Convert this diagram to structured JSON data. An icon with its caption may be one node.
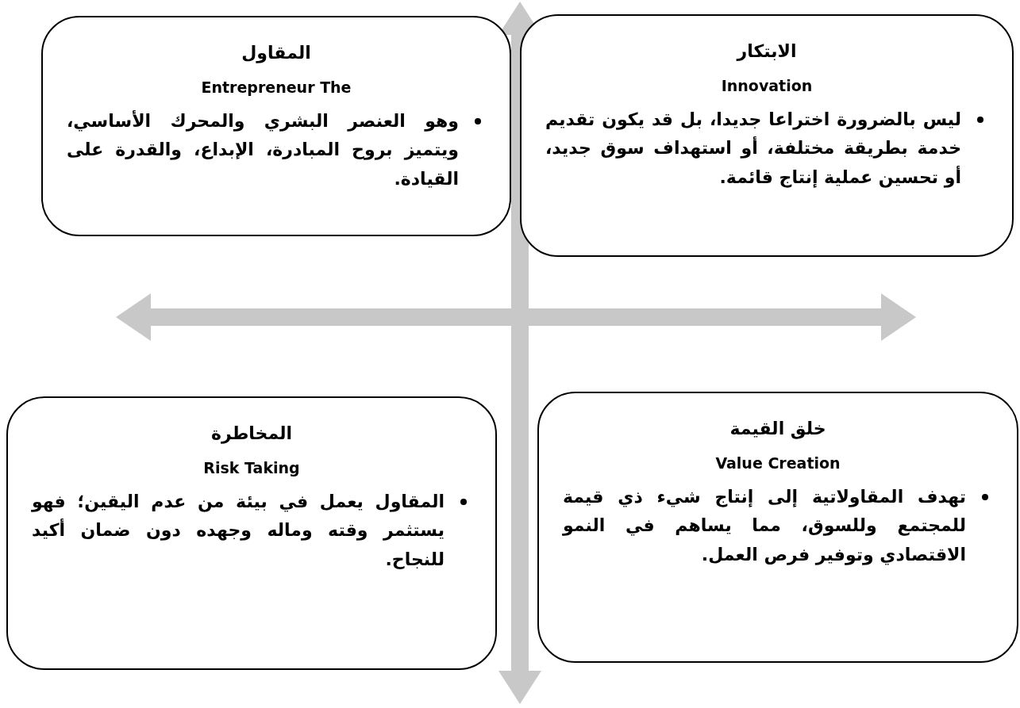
{
  "diagram": {
    "nodes": [
      {
        "text": [
          "الابتكار",
          "Innovation",
          "ليس بالضرورة اختراعا جديدا، بل قد يكون تقديم خدمة بطريقة مختلفة، أو استهداف سوق جديد، أو تحسين عملية إنتاج قائمة."
        ]
      },
      {
        "text": [
          "المقاول",
          "Entrepreneur The",
          "وهو العنصر البشري والمحرك الأساسي، ويتميز بروح المبادرة، الإبداع، والقدرة على القيادة."
        ]
      },
      {
        "text": [
          "خلق القيمة",
          "Value Creation",
          "تهدف المقاولاتية إلى إنتاج شيء ذي قيمة للمجتمع وللسوق، مما يساهم في النمو الاقتصادي وتوفير فرص العمل."
        ]
      },
      {
        "text": [
          "المخاطرة",
          "Risk Taking",
          "المقاول يعمل في بيئة من عدم اليقين؛ فهو يستثمر وقته وماله وجهده دون ضمان أكيد للنجاح."
        ]
      }
    ]
  }
}
